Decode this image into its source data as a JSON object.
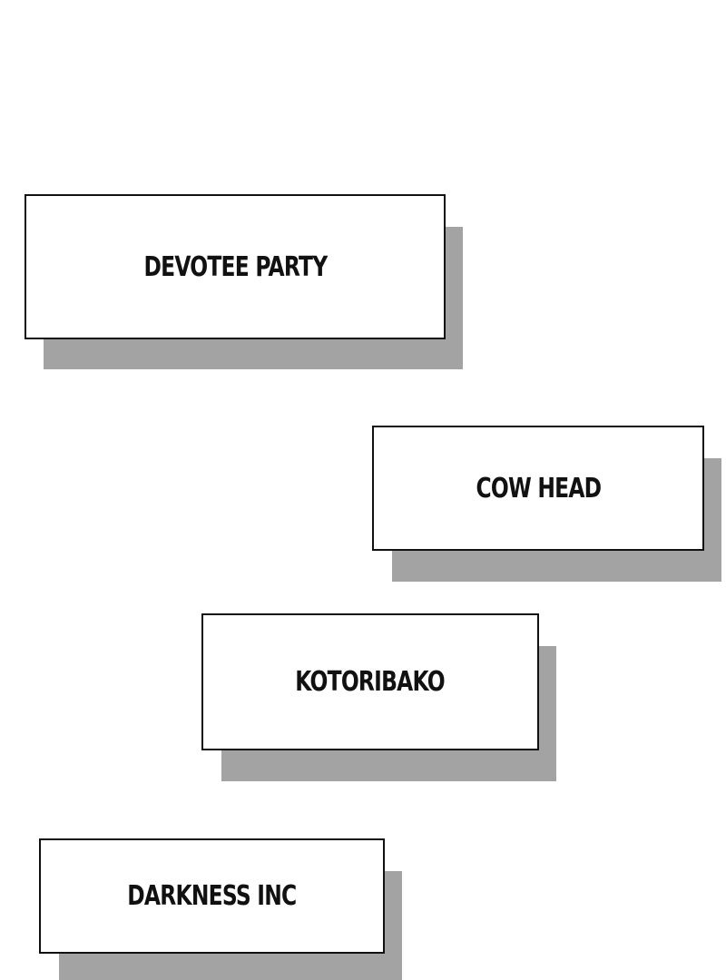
{
  "boxes": [
    {
      "label": "DEVOTEE PARTY"
    },
    {
      "label": "COW HEAD"
    },
    {
      "label": "KOTORIBAKO"
    },
    {
      "label": "DARKNESS INC"
    }
  ]
}
